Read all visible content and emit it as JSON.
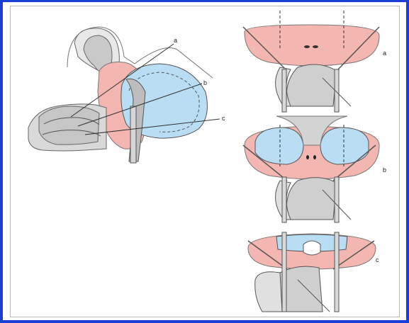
{
  "colors": {
    "frame": "#1a3fd6",
    "pink": "#f4b6b0",
    "blue": "#b9ddf3",
    "grey": "#c8c8c8",
    "lightgrey": "#e6e6e6",
    "line": "#555555"
  },
  "labels": {
    "sagittal": {
      "a": "a",
      "b": "b",
      "c": "c"
    },
    "panel_a": "a",
    "panel_b": "b",
    "panel_c": "c"
  }
}
